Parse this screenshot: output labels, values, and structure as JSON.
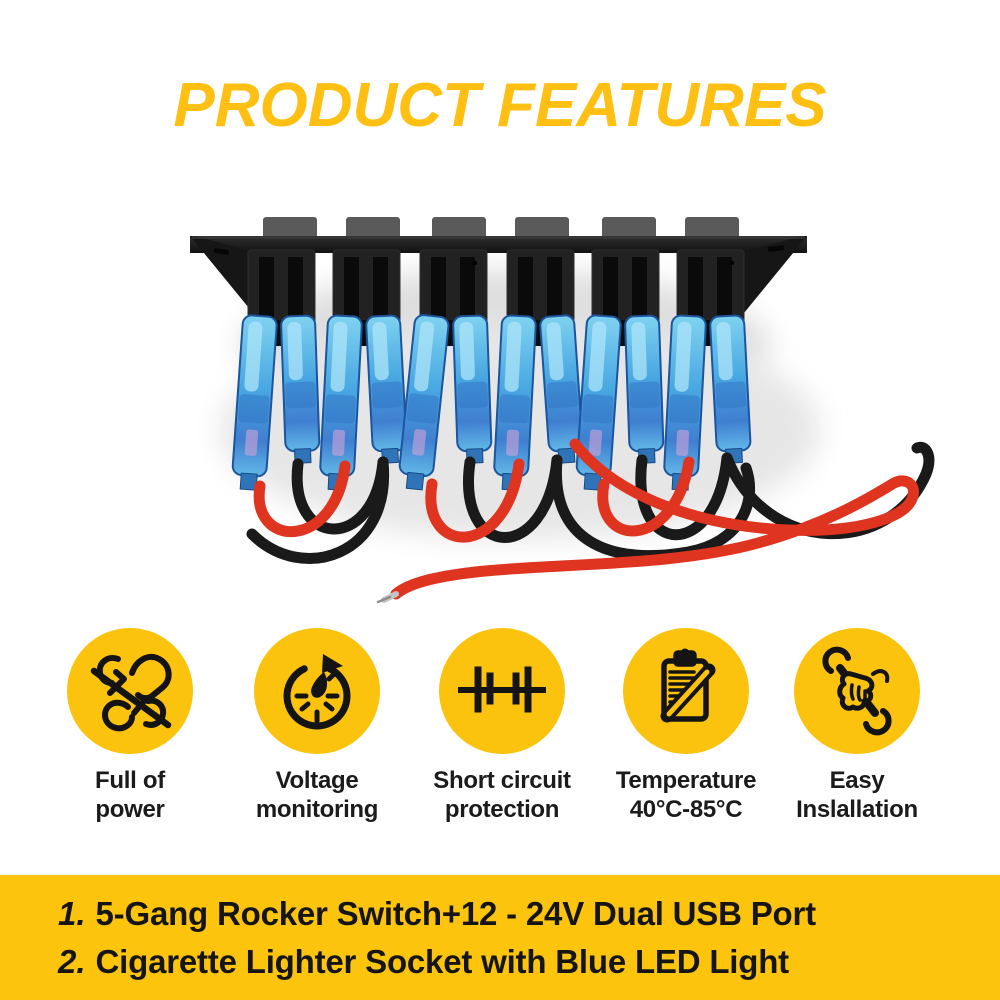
{
  "title": {
    "text": "PRODUCT FEATURES",
    "color": "#FFC013"
  },
  "photo": {
    "description": "Rear view of a black 6-gang rocker switch panel with gray mounting tabs, twelve translucent blue inline fuse holders and looping red and black wires, one long red wire with a bare silver tip"
  },
  "features": [
    {
      "icon": "power-icon",
      "lines": [
        "Full of",
        "power"
      ]
    },
    {
      "icon": "voltage-gauge-icon",
      "lines": [
        "Voltage",
        "monitoring"
      ]
    },
    {
      "icon": "short-circuit-icon",
      "lines": [
        "Short circuit",
        "protection"
      ]
    },
    {
      "icon": "temperature-clipboard-icon",
      "lines": [
        "Temperature",
        "40°C-85°C"
      ]
    },
    {
      "icon": "easy-installation-wrench-icon",
      "lines": [
        "Easy",
        "Inslallation"
      ]
    }
  ],
  "banner": {
    "background": "#FCC40D",
    "items": [
      {
        "number": "1.",
        "text": "5-Gang Rocker Switch+12 - 24V Dual USB Port"
      },
      {
        "number": "2.",
        "text": "Cigarette Lighter Socket with Blue LED Light"
      }
    ]
  },
  "colors": {
    "accent_yellow": "#FBC30D",
    "title_yellow": "#FFC013",
    "icon_stroke": "#141414",
    "label_text": "#1b1b1b",
    "wire_red": "#DF3420",
    "wire_black": "#1A1A1A",
    "fuse_holder_blue": "#49A8E2",
    "panel_black": "#1A1A1A",
    "tab_gray": "#5A5A5A"
  }
}
